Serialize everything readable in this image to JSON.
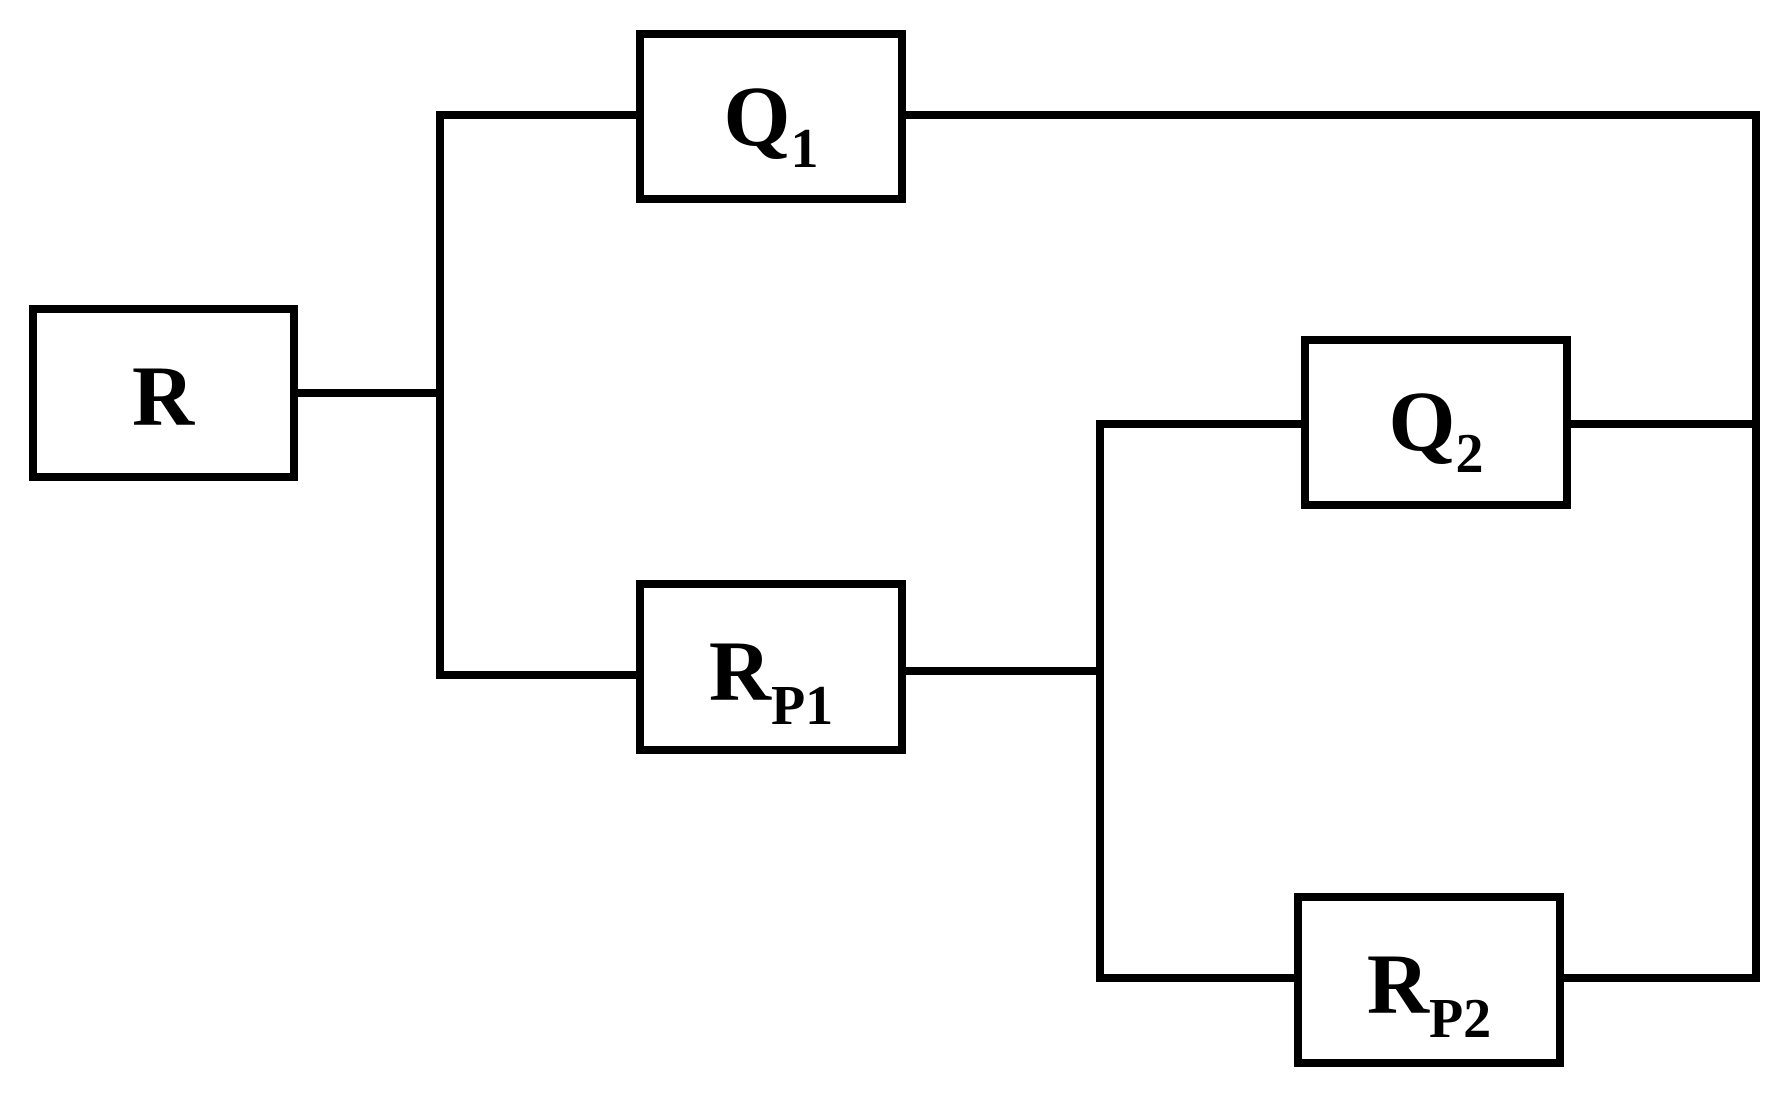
{
  "components": {
    "r": {
      "main": "R",
      "sub": ""
    },
    "q1": {
      "main": "Q",
      "sub": "1"
    },
    "rp1": {
      "main": "R",
      "sub": "P1"
    },
    "q2": {
      "main": "Q",
      "sub": "2"
    },
    "rp2": {
      "main": "R",
      "sub": "P2"
    }
  }
}
